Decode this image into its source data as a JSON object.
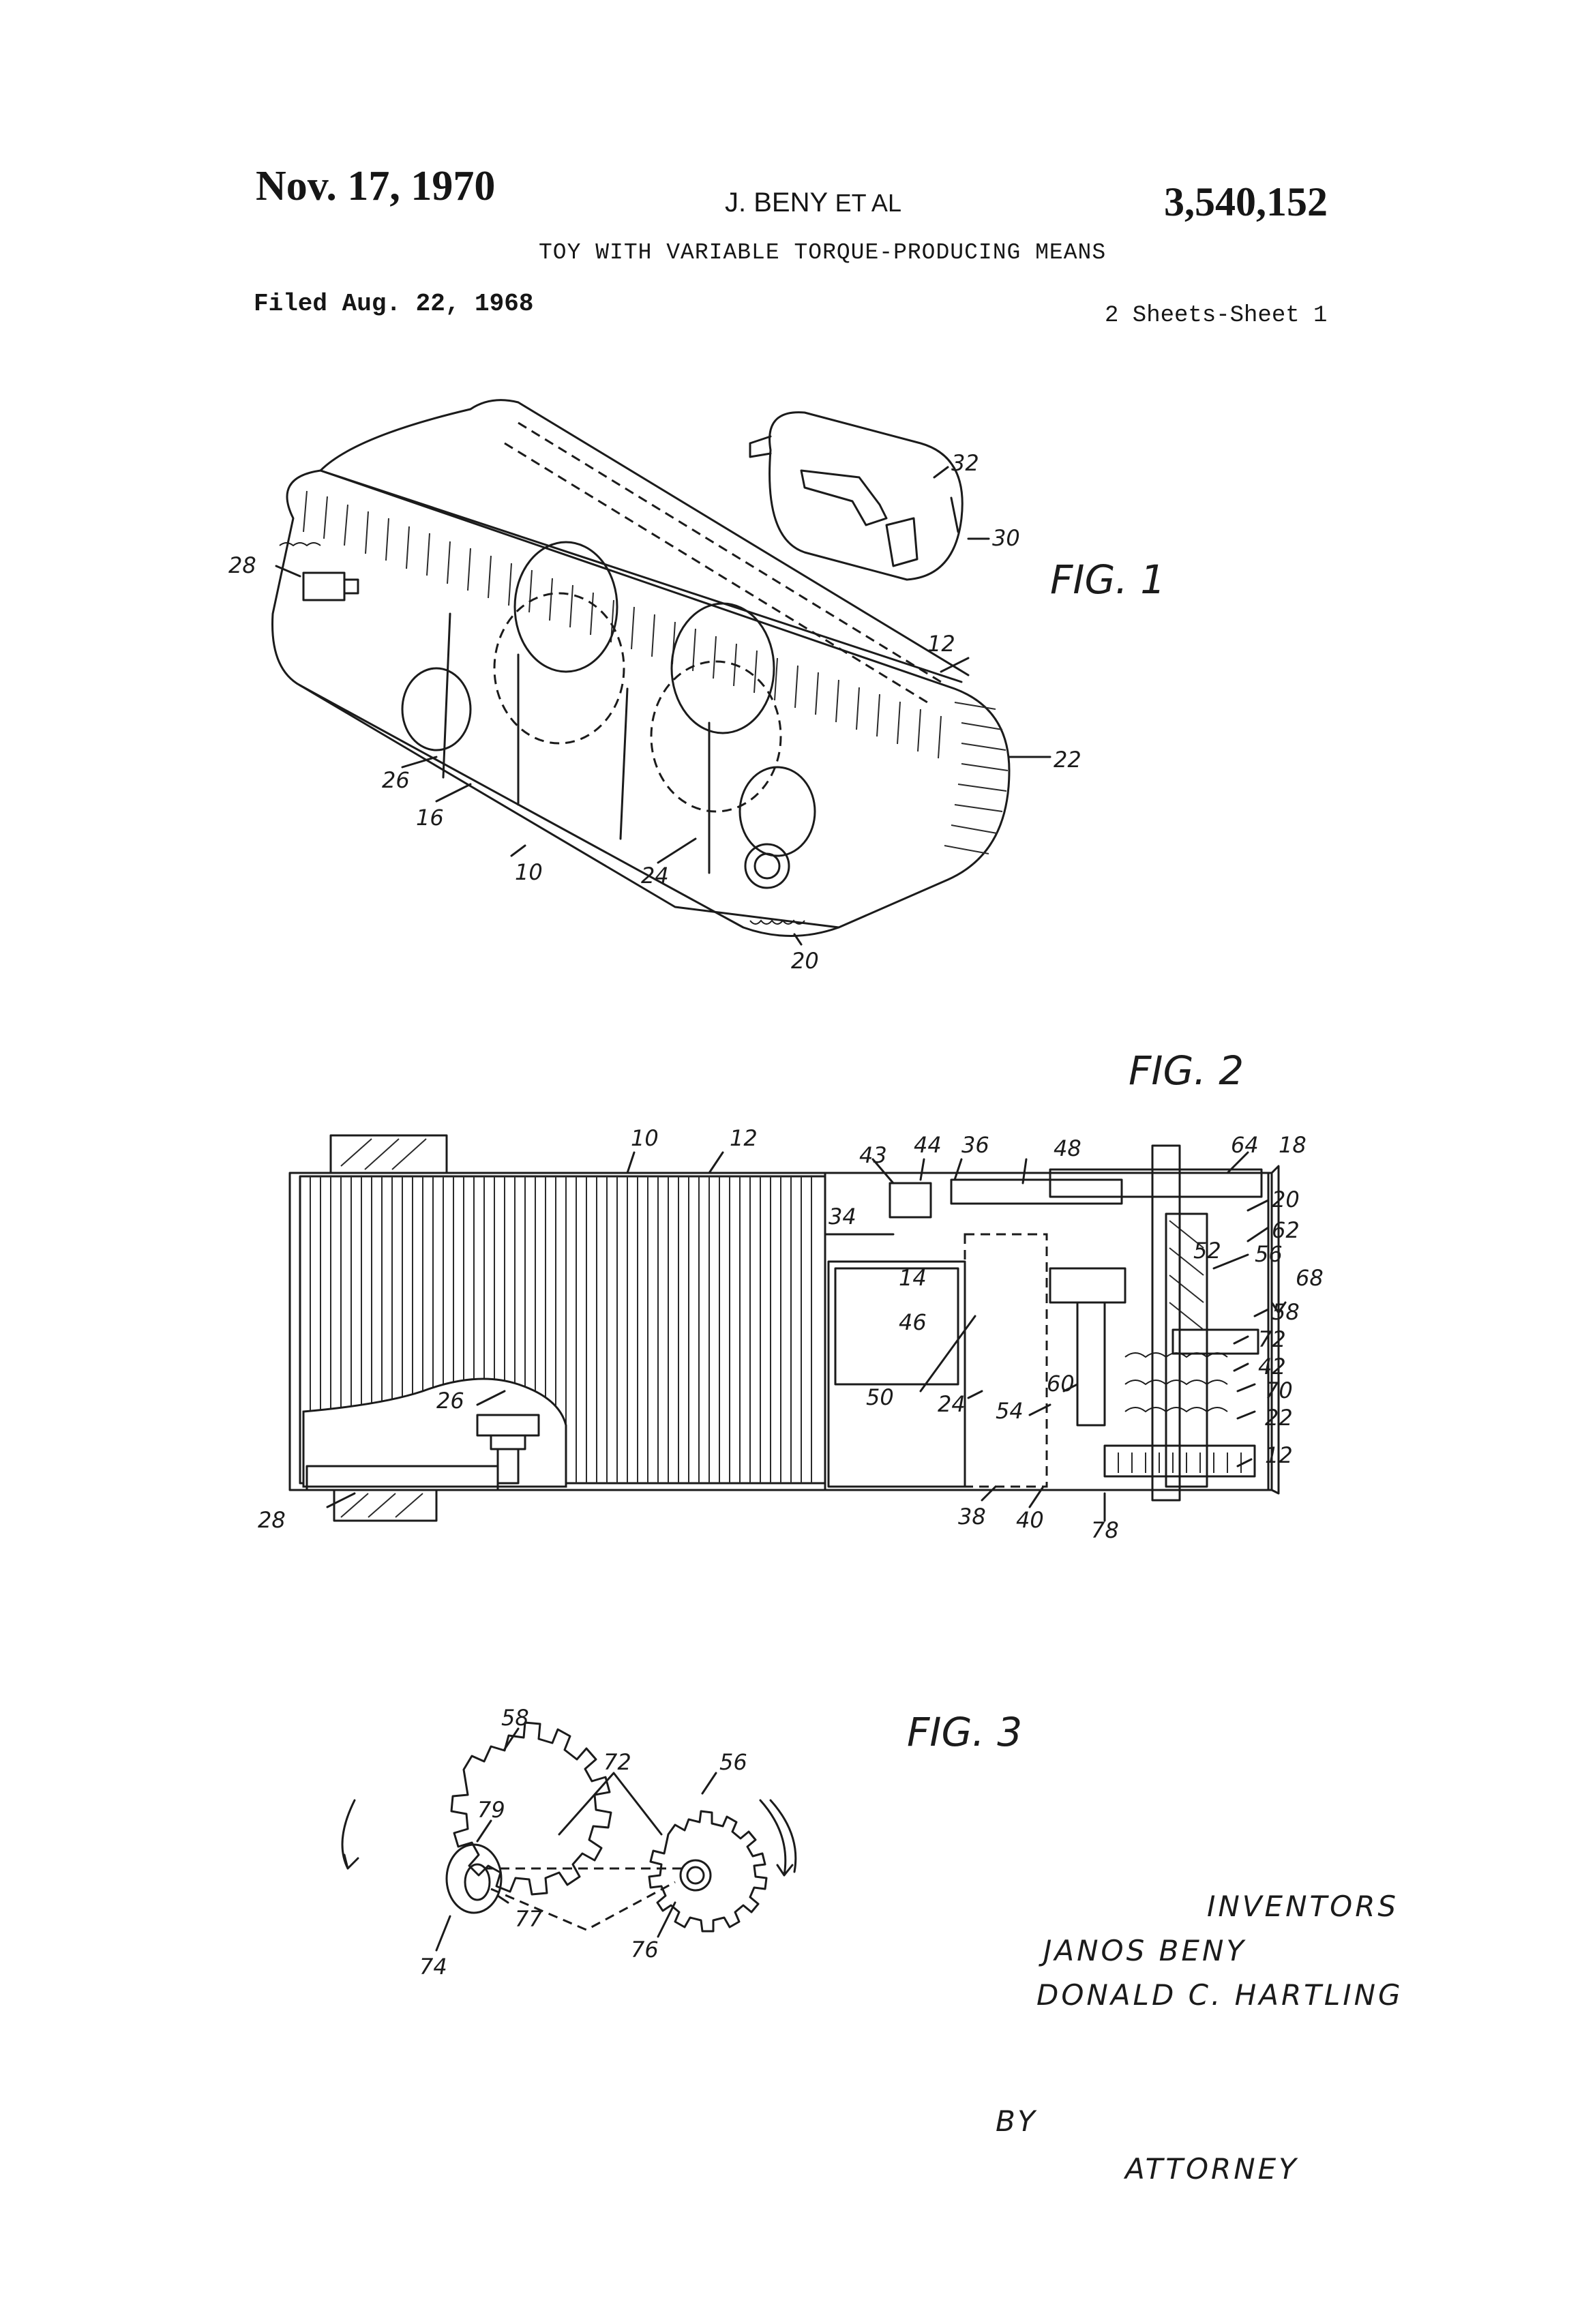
{
  "header": {
    "date": "Nov. 17, 1970",
    "inventor": "J. BENY",
    "et_al": "ET AL",
    "patent_number": "3,540,152",
    "title": "TOY WITH VARIABLE TORQUE-PRODUCING MEANS",
    "filed": "Filed Aug. 22, 1968",
    "sheets": "2 Sheets-Sheet 1"
  },
  "figures": {
    "fig1": {
      "label": "FIG. 1",
      "refs": {
        "r32": "32",
        "r30": "30",
        "r28": "28",
        "r12": "12",
        "r22": "22",
        "r26": "26",
        "r16": "16",
        "r10": "10",
        "r24": "24",
        "r20": "20"
      }
    },
    "fig2": {
      "label": "FIG. 2",
      "refs": {
        "r10": "10",
        "r12": "12",
        "r43": "43",
        "r44": "44",
        "r36": "36",
        "r48": "48",
        "r64": "64",
        "r18": "18",
        "r20": "20",
        "r62": "62",
        "r34": "34",
        "r52": "52",
        "r56": "56",
        "r68": "68",
        "r14": "14",
        "r46": "46",
        "r58": "58",
        "r72": "72",
        "r42": "42",
        "r70": "70",
        "r22": "22",
        "r12b": "12",
        "r26": "26",
        "r50": "50",
        "r24": "24",
        "r54": "54",
        "r60": "60",
        "r28": "28",
        "r38": "38",
        "r40": "40",
        "r78": "78"
      }
    },
    "fig3": {
      "label": "FIG. 3",
      "refs": {
        "r58": "58",
        "r72": "72",
        "r56": "56",
        "r79": "79",
        "r77": "77",
        "r74": "74",
        "r76": "76"
      }
    }
  },
  "signature": {
    "heading": "INVENTORS",
    "name1": "JANOS BENY",
    "name2": "DONALD C. HARTLING",
    "by": "BY",
    "attorney": "ATTORNEY"
  }
}
